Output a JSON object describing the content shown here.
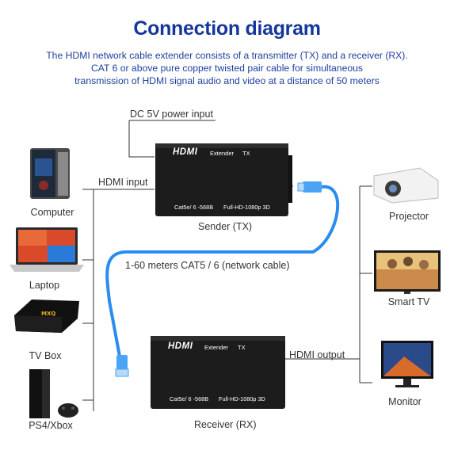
{
  "title": "Connection diagram",
  "subtitle": [
    "The HDMI network cable extender consists of a transmitter (TX) and a receiver (RX).",
    "CAT 6 or above pure copper twisted pair cable for simultaneous",
    "transmission of HDMI signal audio and video at a distance of 50 meters"
  ],
  "labels": {
    "dc_power": "DC 5V power input",
    "hdmi_input": "HDMI input",
    "cable": "1-60 meters CAT5 / 6 (network cable)",
    "hdmi_output": "HDMI output",
    "sender": "Sender (TX)",
    "receiver": "Receiver (RX)"
  },
  "sender_box": {
    "brand": "HDMI",
    "word": "Extender",
    "mode": "TX",
    "spec1": "Cat5e/ 6 -568B",
    "spec2": "Full-HD-1080p 3D"
  },
  "receiver_box": {
    "brand": "HDMI",
    "word": "Extender",
    "mode": "TX",
    "spec1": "Cat5e/ 6 -568B",
    "spec2": "Full-HD-1080p 3D"
  },
  "sources": [
    {
      "label": "Computer",
      "icon": "computer-tower-icon"
    },
    {
      "label": "Laptop",
      "icon": "laptop-icon"
    },
    {
      "label": "TV Box",
      "icon": "tv-box-icon"
    },
    {
      "label": "PS4/Xbox",
      "icon": "game-console-icon"
    }
  ],
  "outputs": [
    {
      "label": "Projector",
      "icon": "projector-icon"
    },
    {
      "label": "Smart TV",
      "icon": "smart-tv-icon"
    },
    {
      "label": "Monitor",
      "icon": "monitor-icon"
    }
  ],
  "colors": {
    "title": "#16379a",
    "subtitle": "#1f3f9e",
    "cable": "#2a8cf0",
    "connector": "#4aa3f5",
    "box": "#1c1c1c",
    "line": "#333333"
  }
}
